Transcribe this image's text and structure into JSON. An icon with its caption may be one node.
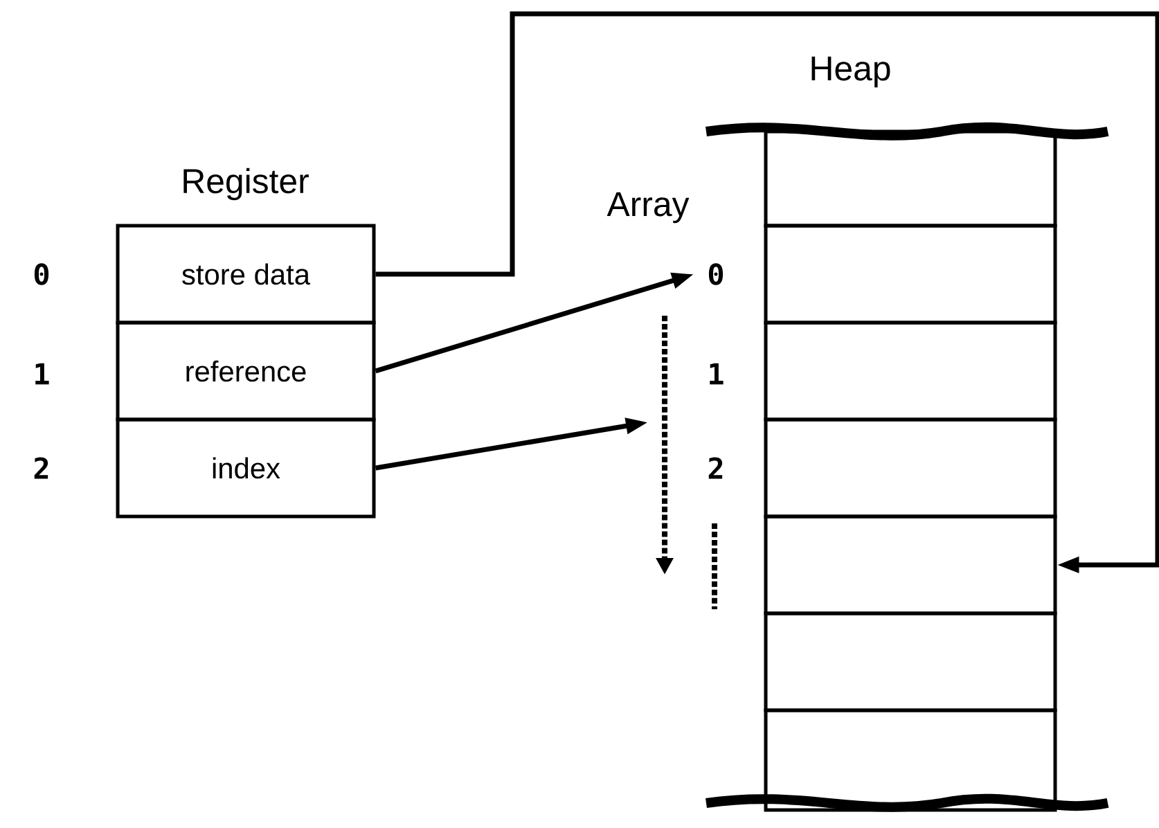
{
  "diagram": {
    "nodes": [
      {
        "text": [
          "store data"
        ]
      },
      {
        "text": [
          "reference"
        ]
      },
      {
        "text": [
          "index"
        ]
      },
      {
        "text": [],
        "shape": "box"
      },
      {
        "text": [],
        "shape": "box"
      },
      {
        "text": [],
        "shape": "box"
      },
      {
        "text": [],
        "shape": "box"
      },
      {
        "text": [],
        "shape": "box"
      },
      {
        "text": [],
        "shape": "box"
      },
      {
        "text": [],
        "shape": "box"
      },
      {
        "text": [
          "0"
        ]
      }
    ],
    "edges": [
      {
        "from": 0,
        "to": 7,
        "arrow": "to"
      },
      {
        "from": 1,
        "to": 10,
        "arrow": "to"
      },
      {
        "from": 2,
        "to": null,
        "arrow": "to"
      }
    ],
    "labels": [
      "Heap",
      "Register",
      "Array",
      "0",
      "1",
      "2",
      "1",
      "2"
    ]
  }
}
